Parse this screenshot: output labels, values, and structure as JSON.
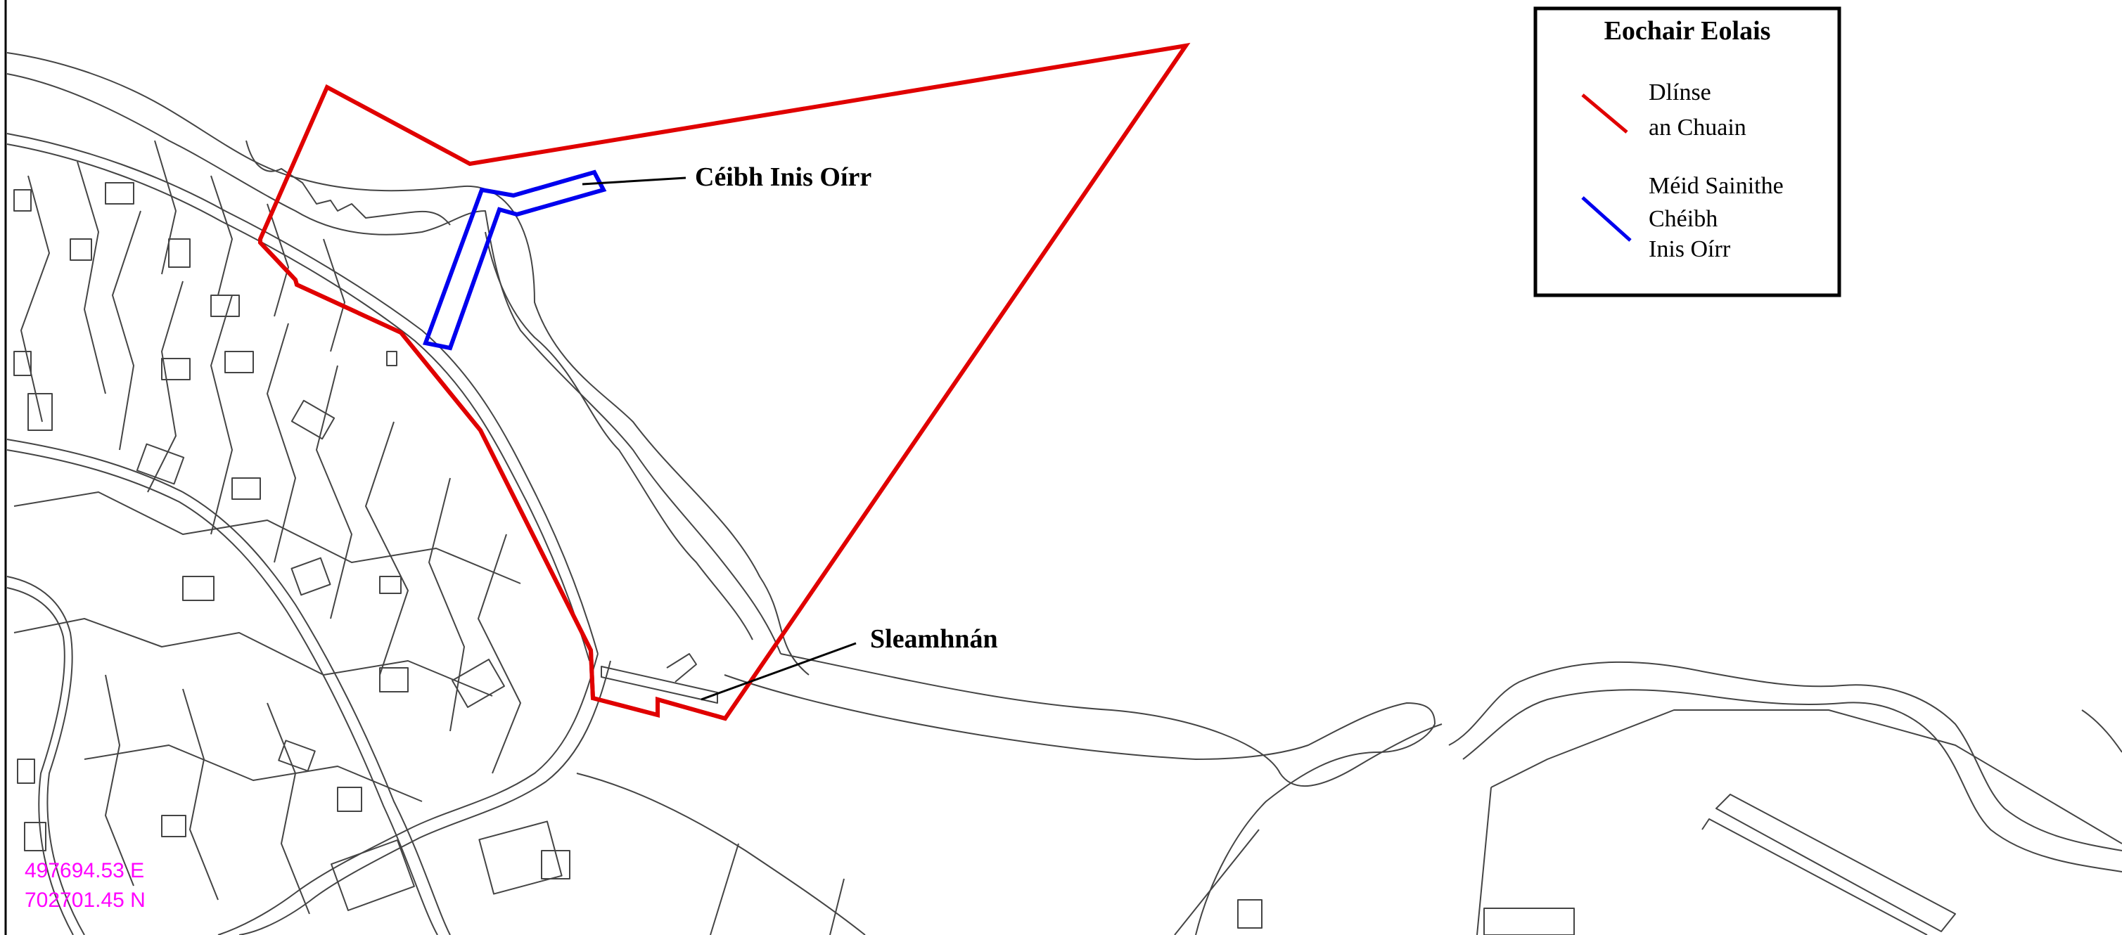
{
  "map": {
    "labels": {
      "pier": "Céibh Inis Oírr",
      "slipway": "Sleamhnán"
    },
    "legend": {
      "title": "Eochair Eolais",
      "items": [
        {
          "line1": "Dlínse",
          "line2": "an Chuain",
          "line3": "",
          "color": "#e00000"
        },
        {
          "line1": "Méid Sainithe",
          "line2": "Chéibh",
          "line3": "Inis Oírr",
          "color": "#0000ee"
        }
      ]
    },
    "coordinates": {
      "easting": "497694.53 E",
      "northing": "702701.45 N"
    }
  }
}
